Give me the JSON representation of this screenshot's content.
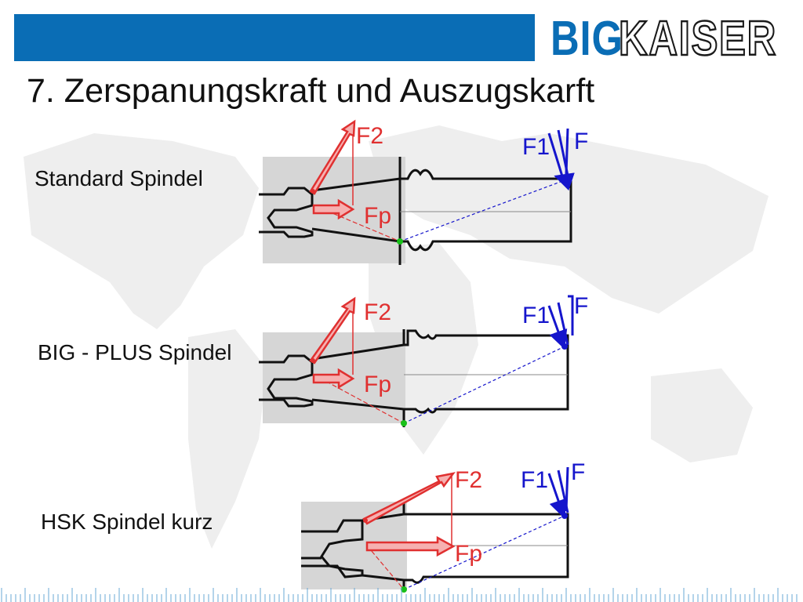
{
  "brand": {
    "big": "BIG",
    "kaiser": "KAISER",
    "blue": "#0a6db5"
  },
  "title": "7. Zerspanungskraft und Auszugskarft",
  "panels": [
    {
      "label": "Standard Spindel",
      "f2": "F2",
      "fp": "Fp",
      "f1": "F1",
      "f": "F"
    },
    {
      "label": "BIG - PLUS Spindel",
      "f2": "F2",
      "fp": "Fp",
      "f1": "F1",
      "f": "F"
    },
    {
      "label": "HSK Spindel kurz",
      "f2": "F2",
      "fp": "Fp",
      "f1": "F1",
      "f": "F"
    }
  ],
  "colors": {
    "red": "#e03030",
    "blue": "#1515cc",
    "green": "#18c018",
    "gray": "#d6d6d6"
  }
}
